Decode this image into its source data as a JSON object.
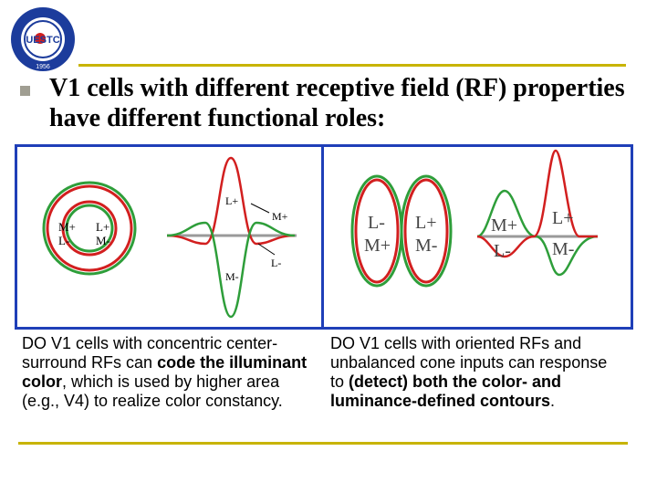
{
  "logo": {
    "text": "UESTC",
    "year": "1956"
  },
  "title": {
    "text": "V1 cells with different receptive field (RF) properties have different functional roles:"
  },
  "left_panel": {
    "outer_labels": [
      "M+",
      "L-"
    ],
    "inner_labels": [
      "L+",
      "M-"
    ],
    "curve_labels": {
      "l_plus": "L+",
      "m_plus": "M+",
      "m_minus": "M-",
      "l_minus": "L-"
    }
  },
  "right_panel": {
    "oval_left": [
      "L-",
      "M+"
    ],
    "oval_right": [
      "L+",
      "M-"
    ],
    "curve_labels": {
      "m_plus": "M+",
      "l_minus": "L-",
      "l_plus": "L+",
      "m_minus": "M-"
    }
  },
  "captions": {
    "left": {
      "p1": "DO V1 cells with concentric center-surround RFs can ",
      "b1": "code the illuminant color",
      "p2": ", which is used by higher area (e.g., V4) to realize color constancy."
    },
    "right": {
      "p1": "DO V1 cells with oriented RFs and unbalanced cone inputs can response to ",
      "b1": "(detect) both the color- and luminance-defined contours",
      "p2": "."
    }
  },
  "colors": {
    "red": "#d21f1f",
    "green": "#2e9e3a",
    "blue_border": "#1f3fb8",
    "gold_rule": "#c8b400",
    "bullet": "#a09e92"
  }
}
